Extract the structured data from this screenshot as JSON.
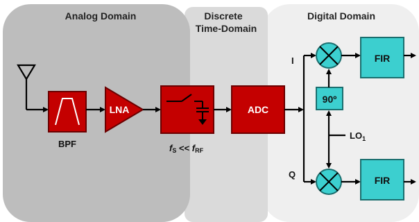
{
  "domains": {
    "analog": {
      "title": "Analog Domain",
      "fill": "#bdbdbd"
    },
    "discrete": {
      "title_line1": "Discrete",
      "title_line2": "Time-Domain",
      "fill": "#dadada"
    },
    "digital": {
      "title": "Digital Domain",
      "fill": "#efefef"
    }
  },
  "colors": {
    "red_block": "#c40000",
    "red_border": "#6a0000",
    "teal_block": "#3ccfcf",
    "teal_border": "#1a6e6e",
    "wire": "#000000"
  },
  "blocks": {
    "bpf": {
      "label": "BPF"
    },
    "lna": {
      "label": "LNA"
    },
    "sampler": {
      "label_fs_main": "f",
      "label_fs_sub": "S",
      "label_mid": " << ",
      "label_frf_main": "f",
      "label_frf_sub": "RF"
    },
    "adc": {
      "label": "ADC"
    },
    "fir_i": {
      "label": "FIR"
    },
    "fir_q": {
      "label": "FIR"
    },
    "phase_shift": {
      "label": "90º"
    }
  },
  "signals": {
    "i": "I",
    "q": "Q",
    "lo_main": "LO",
    "lo_sub": "1"
  },
  "icons": [
    "antenna-icon",
    "mixer-icon",
    "switch-icon",
    "capacitor-icon",
    "ground-icon"
  ]
}
